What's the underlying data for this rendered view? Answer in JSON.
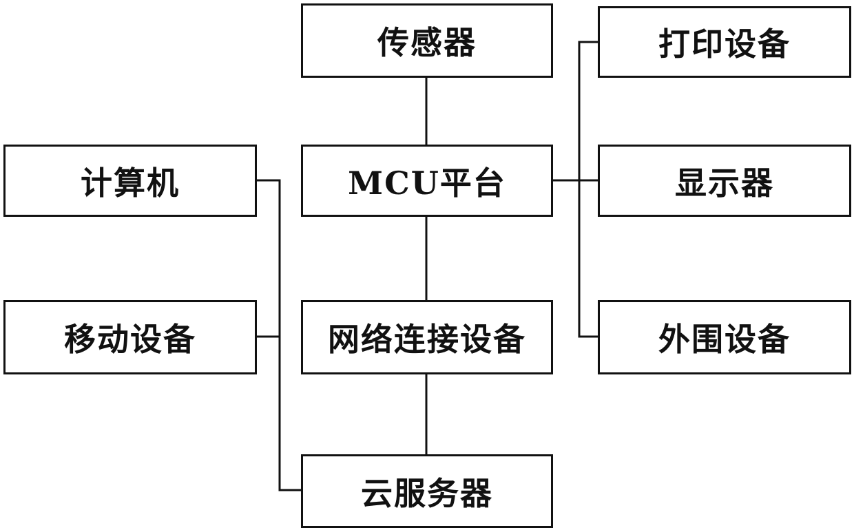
{
  "diagram": {
    "nodes": {
      "sensor": "传感器",
      "mcu": "MCU平台",
      "network": "网络连接设备",
      "cloud": "云服务器",
      "computer": "计算机",
      "mobile": "移动设备",
      "printer": "打印设备",
      "display": "显示器",
      "peripheral": "外围设备"
    },
    "edges": [
      [
        "sensor",
        "mcu"
      ],
      [
        "mcu",
        "network"
      ],
      [
        "network",
        "cloud"
      ],
      [
        "computer",
        "cloud"
      ],
      [
        "mobile",
        "cloud"
      ],
      [
        "mcu",
        "printer"
      ],
      [
        "mcu",
        "display"
      ],
      [
        "mcu",
        "peripheral"
      ]
    ]
  }
}
